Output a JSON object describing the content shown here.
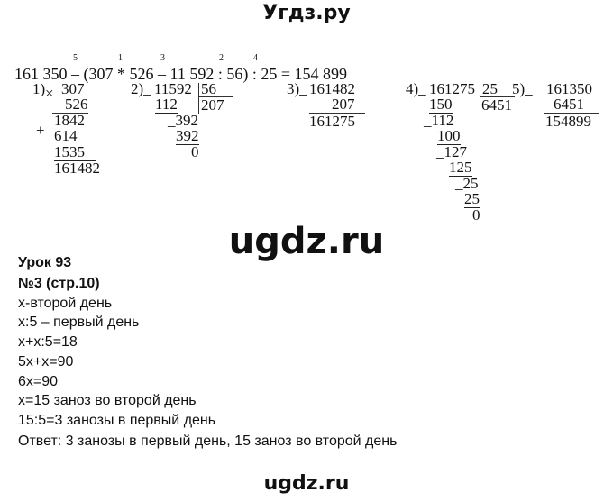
{
  "header": {
    "site_title": "Угдз.ру"
  },
  "expression": {
    "text": "161 350 – (307 * 526 – 11 592 : 56) : 25 = 154 899",
    "order_marks": [
      "5",
      "1",
      "3",
      "2",
      "4"
    ]
  },
  "step1": {
    "label": "1)",
    "sign": "×",
    "a": "307",
    "b": "526",
    "sign2": "+",
    "p1": "1842",
    "p2": "614",
    "p3": "1535",
    "result": "161482"
  },
  "step2": {
    "label": "2)_",
    "dividend": "11592",
    "divisor": "56",
    "quotient": "207",
    "r1": "112",
    "r2": "_392",
    "r3": "392",
    "r4": "0"
  },
  "step3": {
    "label": "3)_",
    "a": "161482",
    "b": "207",
    "result": "161275"
  },
  "step4": {
    "label": "4)_",
    "dividend": "161275",
    "divisor": "25",
    "quotient": "6451",
    "r1": "150",
    "r2": "_112",
    "r3": "100",
    "r4": "_127",
    "r5": "125",
    "r6": "_25",
    "r7": "25",
    "r8": "0"
  },
  "step5": {
    "label": "5)_",
    "a": "161350",
    "b": "6451",
    "result": "154899"
  },
  "watermark": "ugdz.ru",
  "lesson": {
    "title": "Урок 93",
    "task": "№3 (стр.10)",
    "lines": [
      "х-второй день",
      "х:5 – первый день",
      "х+х:5=18",
      "5х+х=90",
      "6х=90",
      "х=15 заноз во второй день",
      "15:5=3 занозы в первый день",
      "Ответ: 3 занозы в первый день, 15 заноз во второй день"
    ]
  },
  "footer": {
    "watermark": "ugdz.ru"
  }
}
